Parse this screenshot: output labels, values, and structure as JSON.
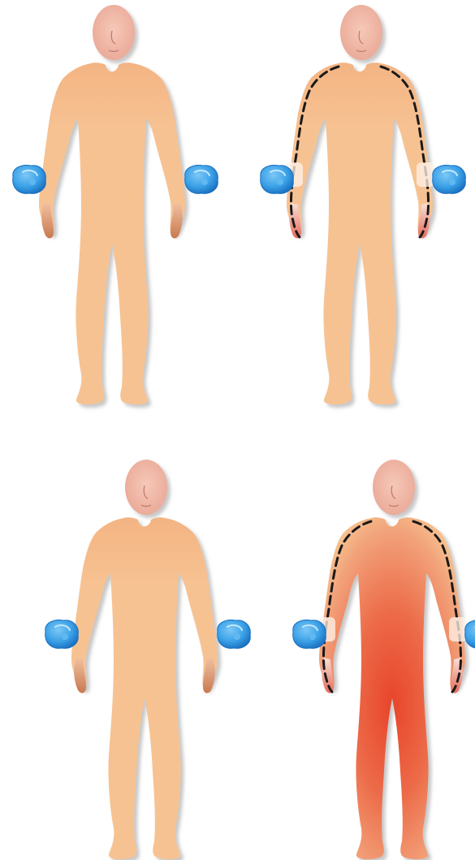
{
  "figure": {
    "panels": [
      {
        "id": "top-left",
        "tourniquet": false,
        "redness": "none",
        "ice_pack": "blue-ice-pack"
      },
      {
        "id": "top-right",
        "tourniquet": true,
        "redness": "hands",
        "ice_pack": "blue-ice-pack"
      },
      {
        "id": "bottom-left",
        "tourniquet": false,
        "redness": "none",
        "ice_pack": "blue-ice-pack"
      },
      {
        "id": "bottom-right",
        "tourniquet": true,
        "redness": "body",
        "ice_pack": "blue-ice-pack"
      }
    ],
    "colors": {
      "skin": "#f6c08e",
      "skin_shadow": "#e8a878",
      "head": "#f2b8a6",
      "ice": "#3aa0e6",
      "ice_dark": "#1a6fc0",
      "redness": "#e8452a",
      "outline_dash": "#1a1a1a"
    }
  }
}
